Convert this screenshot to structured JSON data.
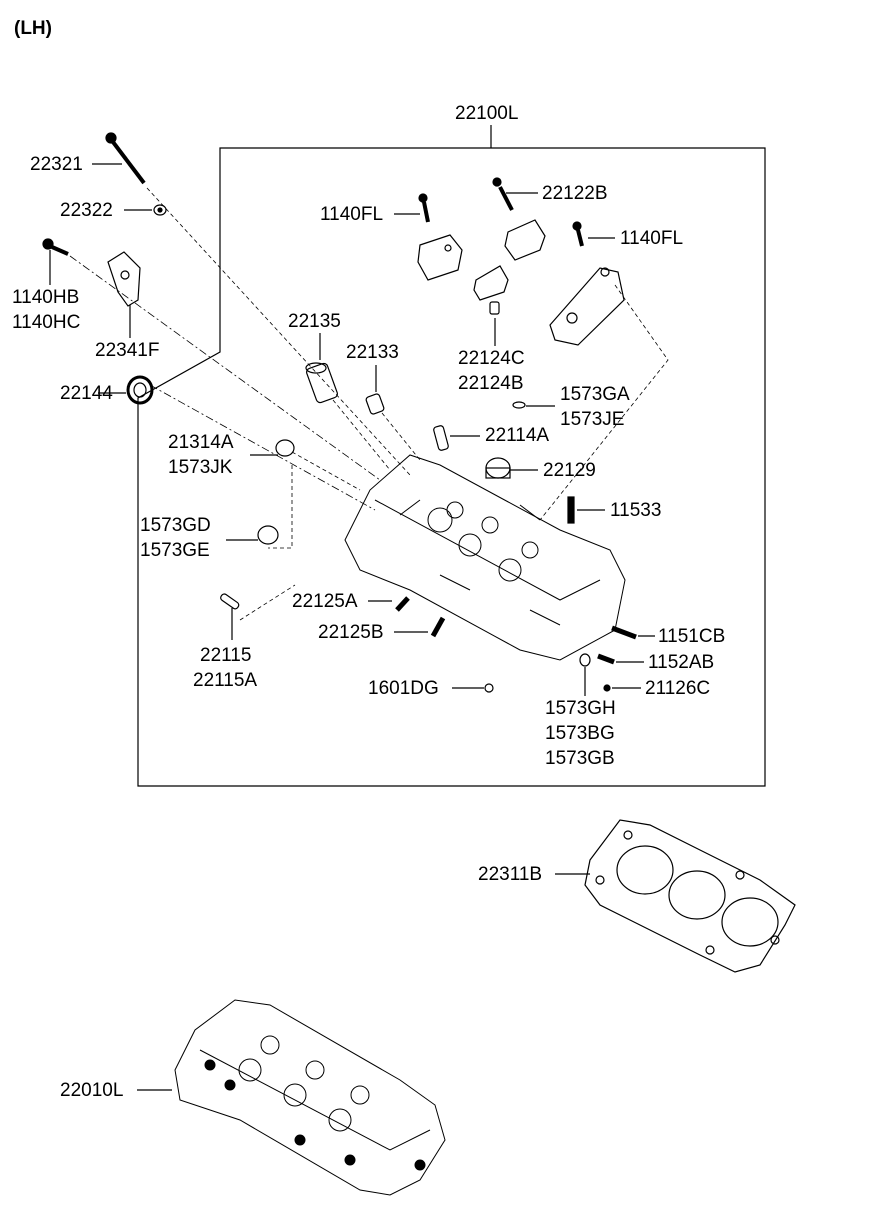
{
  "title": "(LH)",
  "assembly_label": "22100L",
  "parts": {
    "p22321": "22321",
    "p22322": "22322",
    "p1140fl_a": "1140FL",
    "p22122b": "22122B",
    "p1140fl_b": "1140FL",
    "p1140hb": "1140HB",
    "p1140hc": "1140HC",
    "p22341f": "22341F",
    "p22135": "22135",
    "p22133": "22133",
    "p22124c": "22124C",
    "p22124b": "22124B",
    "p22144": "22144",
    "p1573ga": "1573GA",
    "p1573je": "1573JE",
    "p21314a": "21314A",
    "p1573jk": "1573JK",
    "p22114a": "22114A",
    "p22129": "22129",
    "p11533": "11533",
    "p1573gd": "1573GD",
    "p1573ge": "1573GE",
    "p22125a": "22125A",
    "p22125b": "22125B",
    "p22115": "22115",
    "p22115a": "22115A",
    "p1151cb": "1151CB",
    "p1152ab": "1152AB",
    "p1601dg": "1601DG",
    "p21126c": "21126C",
    "p1573gh": "1573GH",
    "p1573bg": "1573BG",
    "p1573gb": "1573GB",
    "p22311b": "22311B",
    "p22010l": "22010L"
  }
}
